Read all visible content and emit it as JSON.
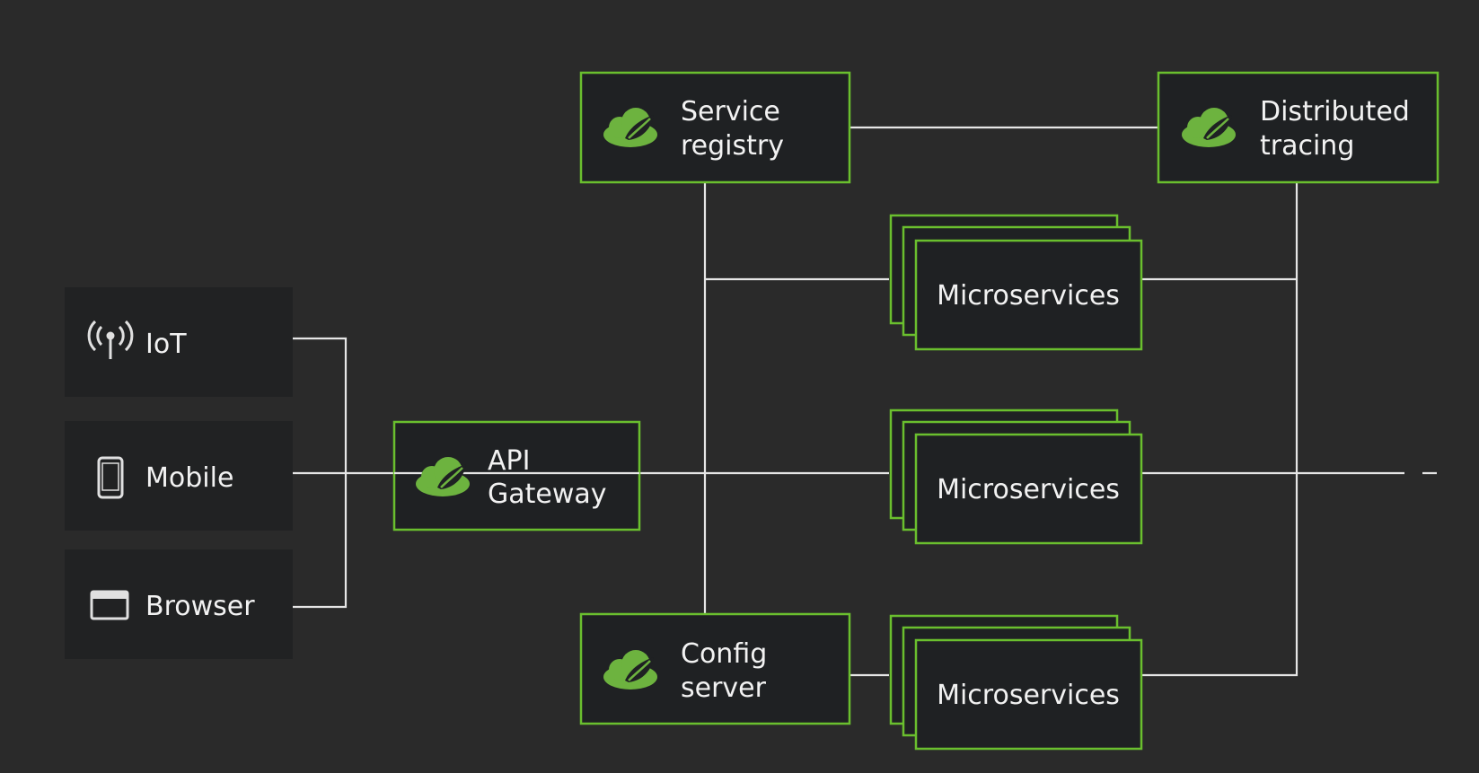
{
  "clients": [
    {
      "label": "IoT",
      "icon": "antenna-icon"
    },
    {
      "label": "Mobile",
      "icon": "mobile-phone-icon"
    },
    {
      "label": "Browser",
      "icon": "browser-window-icon"
    }
  ],
  "gateway": {
    "line1": "API",
    "line2": "Gateway",
    "icon": "spring-cloud-icon"
  },
  "service_registry": {
    "line1": "Service",
    "line2": "registry",
    "icon": "spring-cloud-icon"
  },
  "distributed_tracing": {
    "line1": "Distributed",
    "line2": "tracing",
    "icon": "spring-cloud-icon"
  },
  "config_server": {
    "line1": "Config",
    "line2": "server",
    "icon": "spring-cloud-icon"
  },
  "microservices": [
    {
      "label": "Microservices"
    },
    {
      "label": "Microservices"
    },
    {
      "label": "Microservices"
    }
  ],
  "colors": {
    "background": "#2a2a2a",
    "node_fill": "#1f2123",
    "client_fill": "#212223",
    "accent_border": "#6abf2e",
    "spring_green": "#6db33f",
    "connector": "#e6e6e6",
    "text": "#f2f2f2"
  }
}
